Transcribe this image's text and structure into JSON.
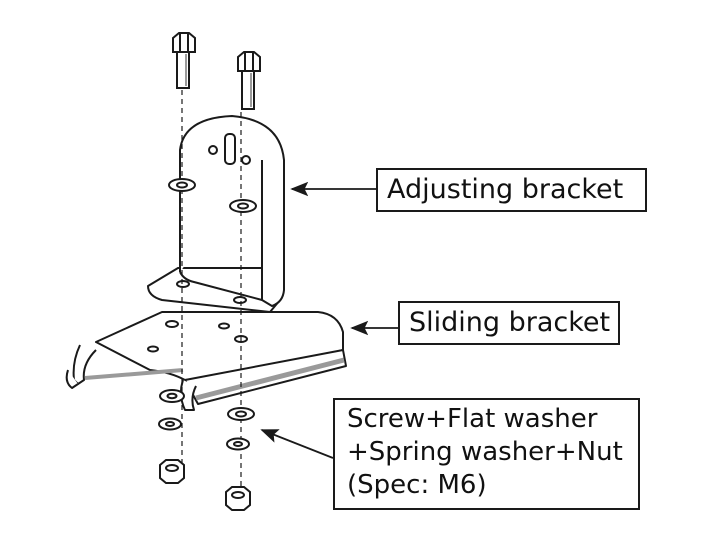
{
  "labels": {
    "adjusting_bracket": "Adjusting bracket",
    "sliding_bracket": "Sliding bracket",
    "hardware_line1": "Screw+Flat washer",
    "hardware_line2": "+Spring washer+Nut",
    "hardware_line3": "(Spec: M6)"
  },
  "colors": {
    "line": "#1a1a1a",
    "shade": "#9a9a9a",
    "fill": "#ffffff"
  }
}
